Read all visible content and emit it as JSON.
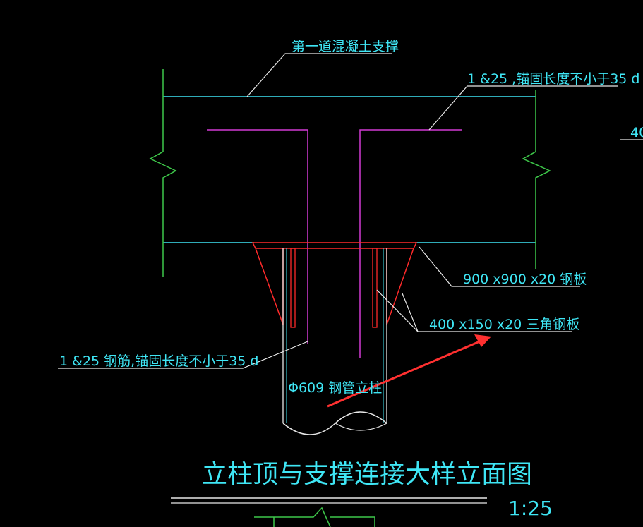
{
  "drawing": {
    "title": "立柱顶与支撑连接大样立面图",
    "scale": "1:25",
    "labels": {
      "concrete_support": "第一道混凝土支撑",
      "rebar_top": "1 &25 ,锚固长度不小于35 d",
      "rebar_bottom": "1 &25 钢筋,锚固长度不小于35 d",
      "steel_plate": "900 x900 x20 钢板",
      "triangle_plate": "400 x150 x20 三角钢板",
      "steel_pipe": "Φ609 钢管立柱",
      "edge_fragment": "40"
    },
    "colors": {
      "background": "#000000",
      "cyan": "#3fe6f5",
      "green": "#3ec84a",
      "magenta": "#d23ad4",
      "red": "#ff2a2a",
      "white": "#e8e8e8",
      "arrow": "#ff3030"
    }
  }
}
